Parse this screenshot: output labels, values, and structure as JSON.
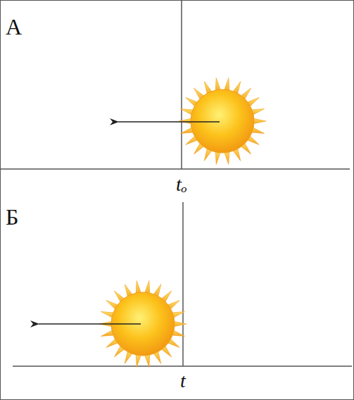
{
  "diagram": {
    "labels": [
      "А",
      "tₒ",
      "Б",
      "t"
    ]
  }
}
